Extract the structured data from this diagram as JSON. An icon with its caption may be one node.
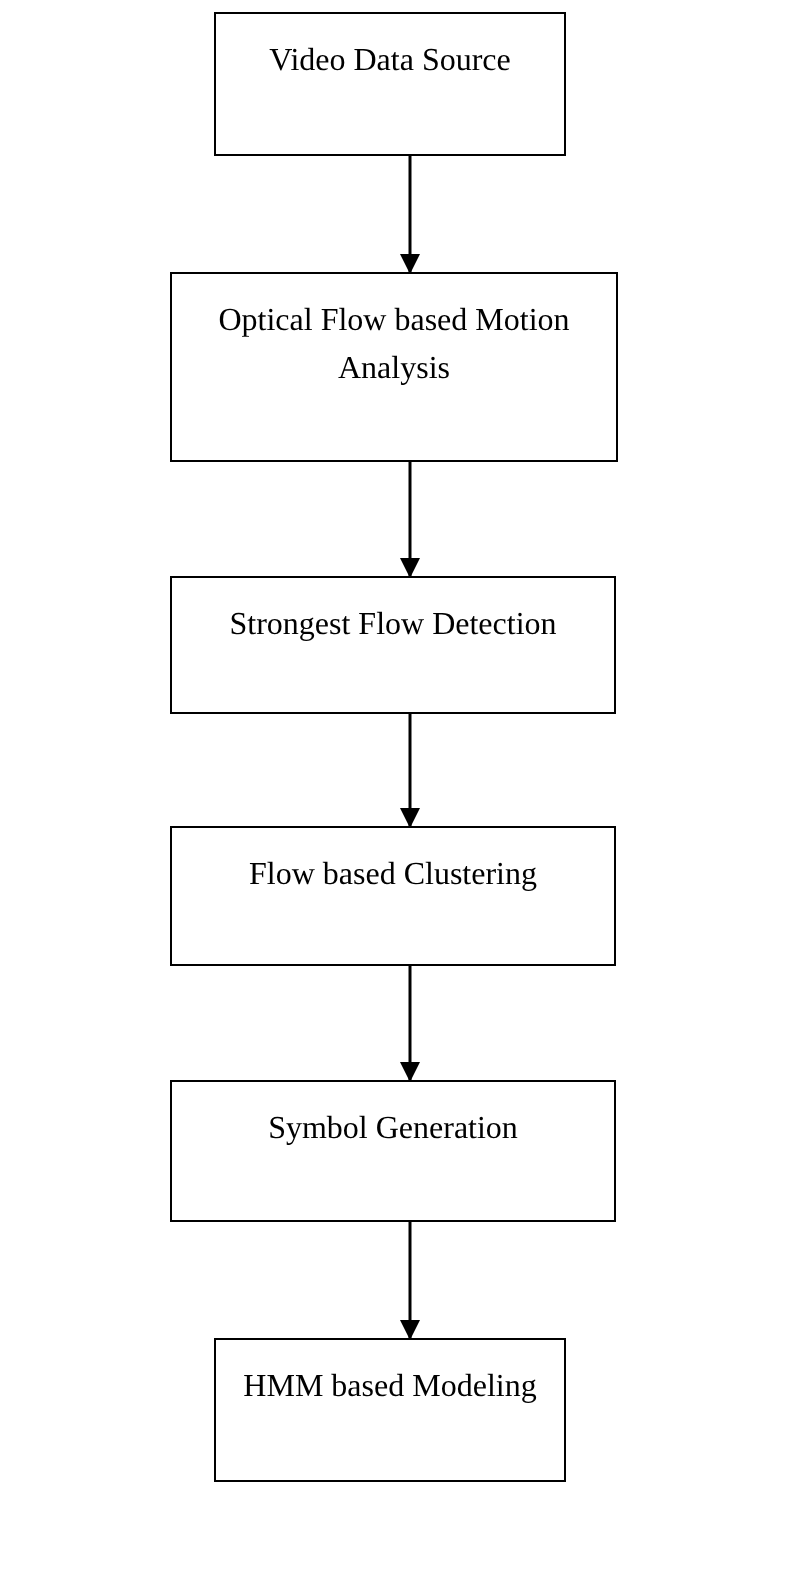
{
  "diagram": {
    "nodes": [
      {
        "text": [
          "Video Data Source"
        ]
      },
      {
        "text": [
          "Optical Flow based Motion Analysis"
        ]
      },
      {
        "text": [
          "Strongest Flow Detection"
        ]
      },
      {
        "text": [
          "Flow based Clustering"
        ]
      },
      {
        "text": [
          "Symbol Generation"
        ]
      },
      {
        "text": [
          "HMM based Modeling"
        ]
      }
    ],
    "edges": [
      {
        "from": 0,
        "to": 1,
        "arrow": "to"
      },
      {
        "from": 1,
        "to": 2,
        "arrow": "to"
      },
      {
        "from": 2,
        "to": 3,
        "arrow": "to"
      },
      {
        "from": 3,
        "to": 4,
        "arrow": "to"
      },
      {
        "from": 4,
        "to": 5,
        "arrow": "to"
      }
    ]
  }
}
